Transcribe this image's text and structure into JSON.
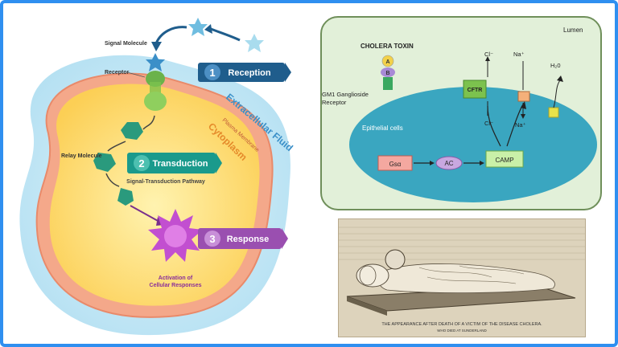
{
  "signaling": {
    "signal_molecule": "Signal Molecule",
    "receptor": "Receptor",
    "relay_molecule": "Relay Molecule",
    "steps": [
      {
        "number": "1",
        "label": "Reception",
        "color": "#1f5d8c"
      },
      {
        "number": "2",
        "label": "Transduction",
        "color": "#1a9a8c"
      },
      {
        "number": "3",
        "label": "Response",
        "color": "#9a4fb0"
      }
    ],
    "extracellular_fluid": "Extracellular Fluid",
    "plasma_membrane": "Plasma Membrane",
    "cytoplasm": "Cytoplasm",
    "pathway": "Signal-Transduction Pathway",
    "activation": "Activation of",
    "cellular_responses": "Cellular Responses"
  },
  "cholera": {
    "toxin": "CHOLERA TOXIN",
    "subunit_a": "A",
    "subunit_b": "B",
    "lumen": "Lumen",
    "receptor_line1": "GM1 Ganglioside",
    "receptor_line2": "Receptor",
    "epithelial": "Epithelial cells",
    "cl_top": "Cl⁻",
    "cl_bottom": "Cl⁻",
    "na_top": "Na⁺",
    "na_bottom": "Na⁺",
    "water": "H₂0",
    "cftr": "CFTR",
    "gsa": "Gsα",
    "ac": "AC",
    "camp": "CAMP"
  },
  "engraving": {
    "caption": "THE APPEARANCE AFTER DEATH OF A VICTIM OF THE DISEASE CHOLERA.",
    "caption2": "WHO DIED AT SUNDERLAND"
  },
  "colors": {
    "frame": "#2f8ff0",
    "cytoplasm": "#fde27a",
    "membrane": "#f4a88a",
    "star": "#7cc4e0"
  }
}
